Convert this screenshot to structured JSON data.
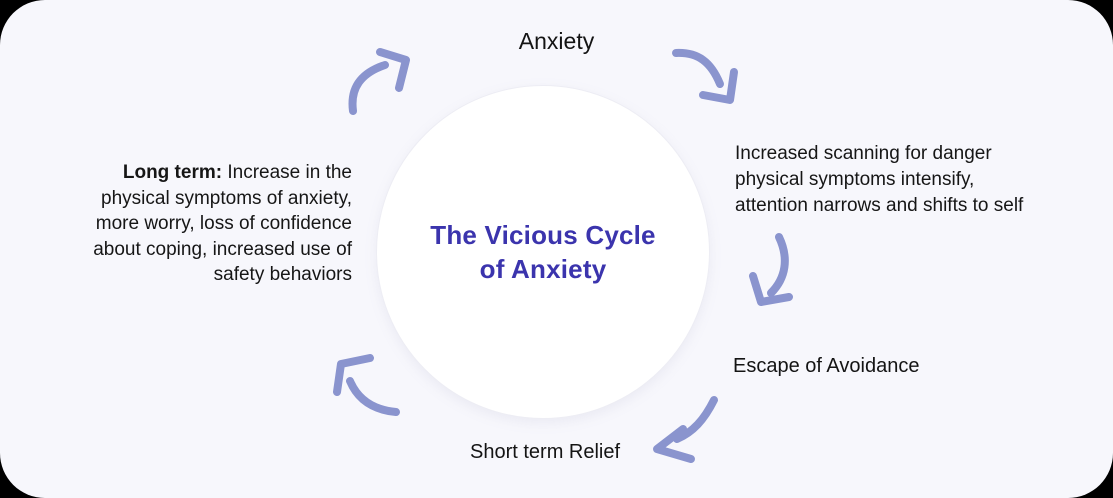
{
  "diagram": {
    "title_lines": [
      "The Vicious Cycle",
      "of Anxiety"
    ],
    "nodes": {
      "anxiety": "Anxiety",
      "scanning_lines": [
        "Increased scanning for danger",
        "physical symptoms intensify,",
        "attention narrows and shifts to self"
      ],
      "escape": "Escape of Avoidance",
      "short_term": "Short term Relief",
      "long_term": {
        "bold": "Long term:",
        "line1_rest": " Increase in the",
        "lines": [
          "physical symptoms of anxiety,",
          "more worry, loss of confidence",
          "about coping, increased use of",
          "safety behaviors"
        ]
      }
    },
    "colors": {
      "card_background": "#f7f7fc",
      "circle_background": "#ffffff",
      "title_text": "#3b34ad",
      "body_text": "#161616",
      "arrow": "#8a94ce"
    }
  }
}
